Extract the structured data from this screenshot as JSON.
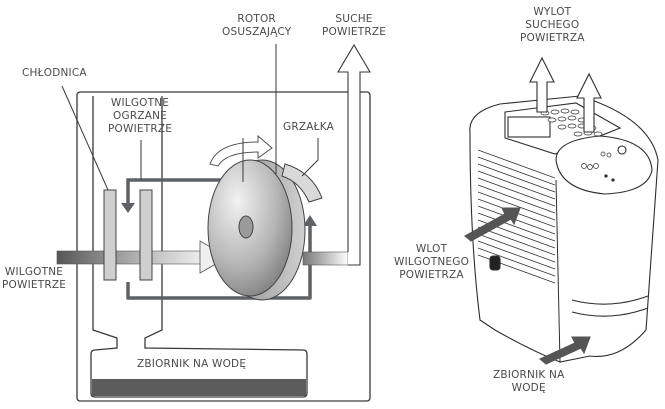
{
  "left_diagram": {
    "labels": {
      "rotor": "ROTOR\nOSUSZAJĄCY",
      "dry_air": "SUCHE\nPOWIETRZE",
      "cooler": "CHŁODNICA",
      "humid_heated_air": "WILGOTNE\nOGRZANE\nPOWIETRZE",
      "heater": "GRZAŁKA",
      "humid_air": "WILGOTNE\nPOWIETRZE",
      "water_tank": "ZBIORNIK NA WODĘ"
    }
  },
  "right_diagram": {
    "labels": {
      "dry_air_outlet": "WYLOT\nSUCHEGO\nPOWIETRZA",
      "humid_air_inlet": "WLOT\nWILGOTNEGO\nPOWIETRZA",
      "water_tank": "ZBIORNIK NA\nWODĘ"
    }
  },
  "colors": {
    "line": "#3a3a3a",
    "dark_flow": "#5e6266",
    "light_panel": "#c8c8c8",
    "water": "#5c5c5c"
  }
}
